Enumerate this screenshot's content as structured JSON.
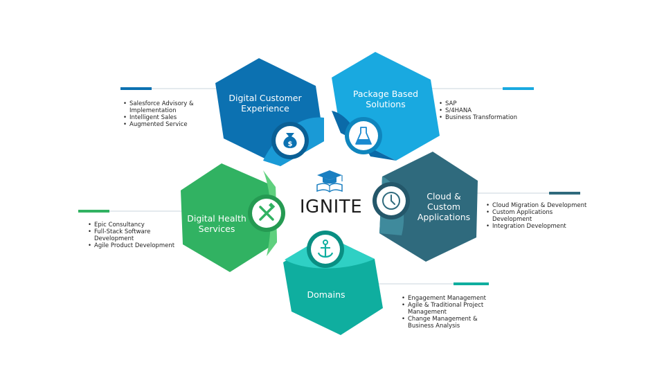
{
  "center": {
    "title": "IGNITE",
    "icon": "graduation-cap-book-icon"
  },
  "colors": {
    "digital_customer": "#0c71b1",
    "package_based": "#19a9e0",
    "cloud_custom": "#2f6a7d",
    "domains": "#0fae9f",
    "digital_health": "#31b262"
  },
  "segments": [
    {
      "key": "digital_customer",
      "title_lines": [
        "Digital Customer",
        "Experience"
      ],
      "icon": "money-bag-icon",
      "bullets": [
        "Salesforce Advisory &",
        "Implementation",
        "Intelligent Sales",
        "Augmented Service"
      ]
    },
    {
      "key": "package_based",
      "title_lines": [
        "Package Based",
        "Solutions"
      ],
      "icon": "flask-icon",
      "bullets": [
        "SAP",
        "S/4HANA",
        "Business Transformation"
      ]
    },
    {
      "key": "cloud_custom",
      "title_lines": [
        "Cloud &",
        "Custom",
        "Applications"
      ],
      "icon": "clock-icon",
      "bullets": [
        "Cloud Migration & Development",
        "Custom Applications",
        "Development",
        "Integration Development"
      ]
    },
    {
      "key": "domains",
      "title_lines": [
        "Domains"
      ],
      "icon": "anchor-icon",
      "bullets": [
        "Engagement Management",
        "Agile & Traditional Project",
        "Management",
        "Change Management &",
        "Business Analysis"
      ]
    },
    {
      "key": "digital_health",
      "title_lines": [
        "Digital Health",
        "Services"
      ],
      "icon": "tools-icon",
      "bullets": [
        "Epic Consultancy",
        "Full-Stack Software",
        "Development",
        "Agile Product Development"
      ]
    }
  ]
}
